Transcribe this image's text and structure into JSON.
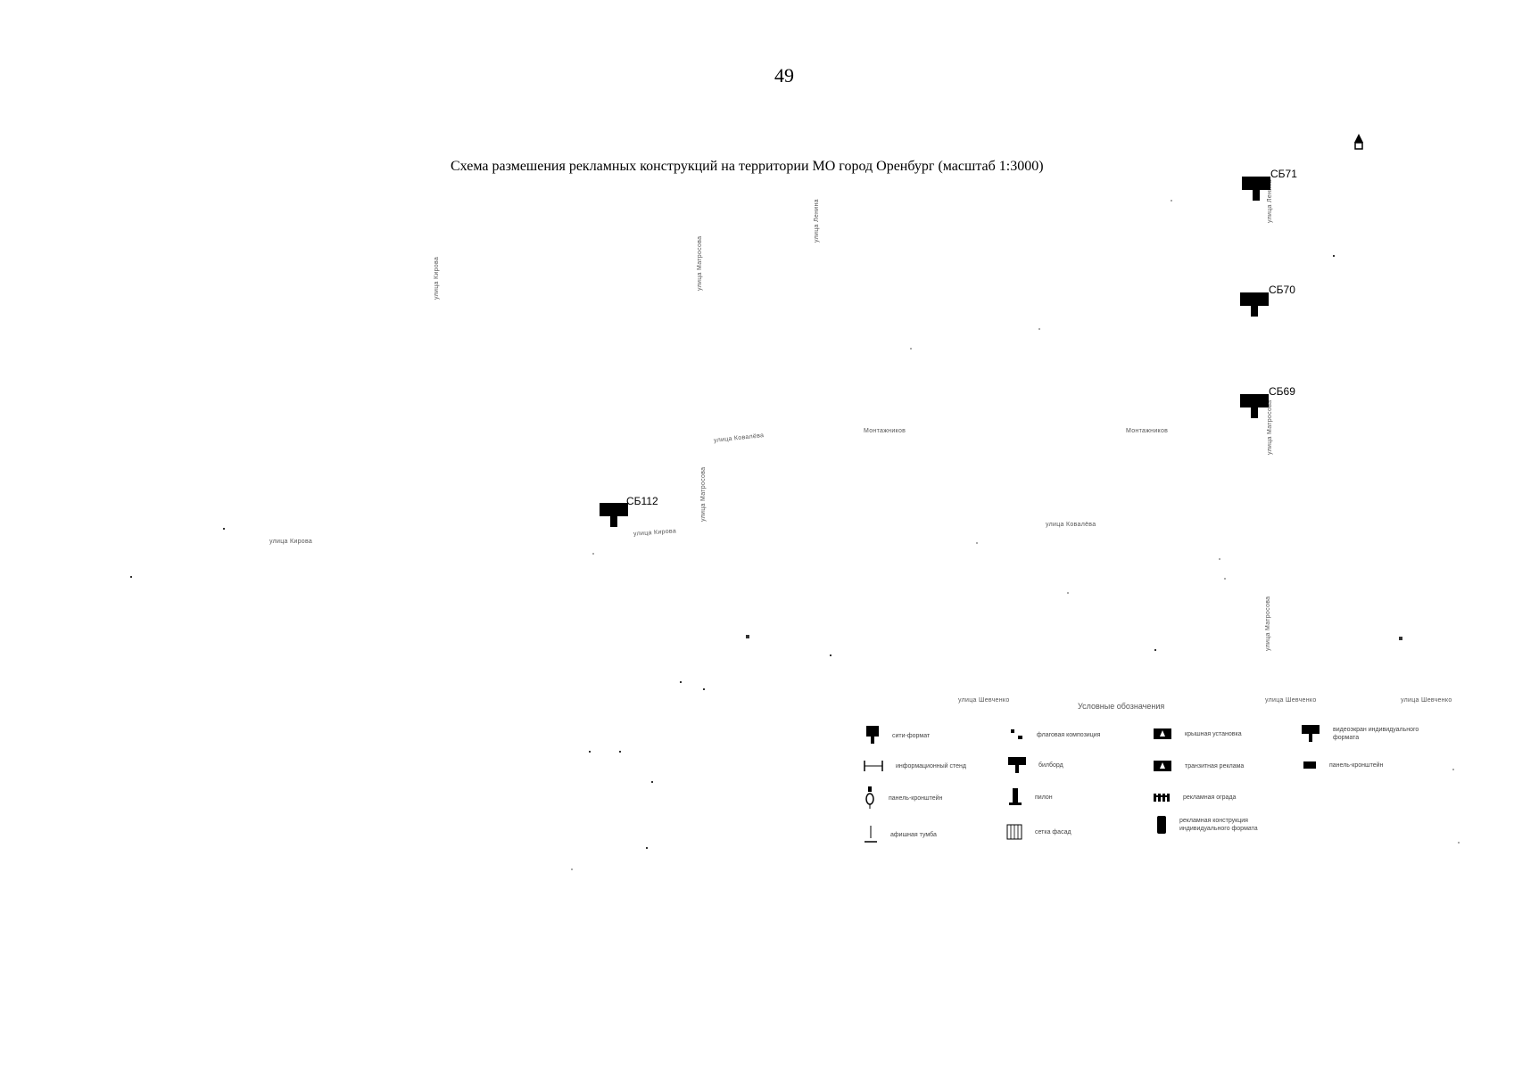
{
  "page": {
    "number": "49"
  },
  "map": {
    "title": "Схема размешения рекламных конструкций на территории МО город Оренбург (масштаб 1:3000)",
    "markers": [
      {
        "id": "СБ71",
        "label": "СБ71"
      },
      {
        "id": "СБ70",
        "label": "СБ70"
      },
      {
        "id": "СБ69",
        "label": "СБ69"
      },
      {
        "id": "СБ112",
        "label": "СБ112"
      }
    ],
    "streets": [
      {
        "id": "street-a",
        "label": "улица Кирова"
      },
      {
        "id": "street-b",
        "label": "улица Матросова"
      },
      {
        "id": "street-c",
        "label": "улица Ленина"
      },
      {
        "id": "street-d",
        "label": "Монтажников"
      },
      {
        "id": "street-e",
        "label": "Монтажников"
      },
      {
        "id": "street-f",
        "label": "улица Кирова"
      },
      {
        "id": "street-g",
        "label": "улица Матросова"
      },
      {
        "id": "street-h",
        "label": "улица Ковалёва"
      },
      {
        "id": "street-i",
        "label": "улица Шевченко"
      },
      {
        "id": "street-j",
        "label": "улица Шевченко"
      },
      {
        "id": "street-k",
        "label": "улица Шевченко"
      }
    ]
  },
  "legend": {
    "title": "Условные обозначения",
    "items": [
      {
        "icon": "billboard-icon",
        "label": "сити-формат"
      },
      {
        "icon": "flag-composition-icon",
        "label": "флаговая композиция"
      },
      {
        "icon": "roof-installation-icon",
        "label": "крышная установка"
      },
      {
        "icon": "large-format-screen-icon",
        "label": "видеоэкран индивидуального формата"
      },
      {
        "icon": "info-stand-icon",
        "label": "информационный стенд"
      },
      {
        "icon": "billboard-6x3-icon",
        "label": "билборд"
      },
      {
        "icon": "wall-panel-icon",
        "label": "панель-кронштейн"
      },
      {
        "icon": "transit-advertising-icon",
        "label": "транзитная реклама"
      },
      {
        "icon": "bracket-panel-icon",
        "label": "панель-кронштейн"
      },
      {
        "icon": "pillar-icon",
        "label": "пилон"
      },
      {
        "icon": "advertising-fence-icon",
        "label": "рекламная ограда"
      },
      {
        "icon": "poster-stand-icon",
        "label": "афишная тумба"
      },
      {
        "icon": "mesh-banner-icon",
        "label": "сетка фасад"
      },
      {
        "icon": "individual-format-icon",
        "label": "рекламная конструкция индивидуального формата"
      }
    ]
  }
}
